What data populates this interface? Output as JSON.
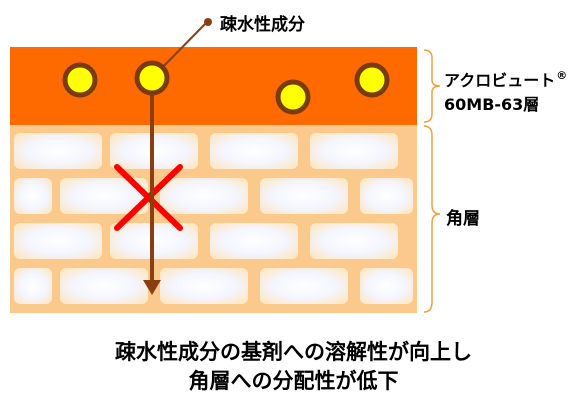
{
  "diagram": {
    "label_top": "疎水性成分",
    "layer_name": "アクロビュート",
    "layer_mark": "®",
    "layer_line2": "60MB-63層",
    "stratum_label": "角層",
    "caption_line1": "疎水性成分の基剤への溶解性が向上し",
    "caption_line2": "角層への分配性が低下"
  },
  "colors": {
    "layer_fill": "#ff6a00",
    "stratum_fill": "#fbc98b",
    "brick": "#f6f7ff",
    "particle_fill": "#ffff00",
    "particle_edge": "#7a3b12",
    "arrow": "#8a3f12",
    "cross": "#ff0000",
    "bracket": "#f0a040"
  },
  "icons": [
    "particle-icon",
    "arrow-down-icon",
    "cross-icon"
  ]
}
